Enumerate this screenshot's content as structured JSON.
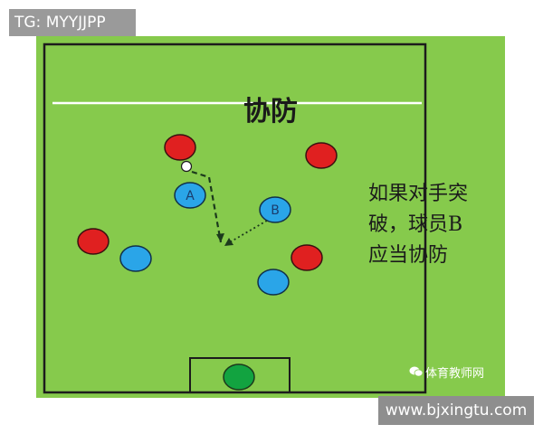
{
  "tag": "TG: MYYJJPP",
  "title": "协防",
  "note": [
    "如果对手突",
    "破，球员B",
    "应当协防"
  ],
  "players": {
    "a_label": "A",
    "b_label": "B"
  },
  "watermark": "体育教师网",
  "url": "www.bjxingtu.com",
  "colors": {
    "pitch": "#86ca4c",
    "opponent": "#e02020",
    "teammate": "#2aa5e8",
    "goalkeeper": "#12a340"
  },
  "icons": [
    "wechat-icon"
  ]
}
